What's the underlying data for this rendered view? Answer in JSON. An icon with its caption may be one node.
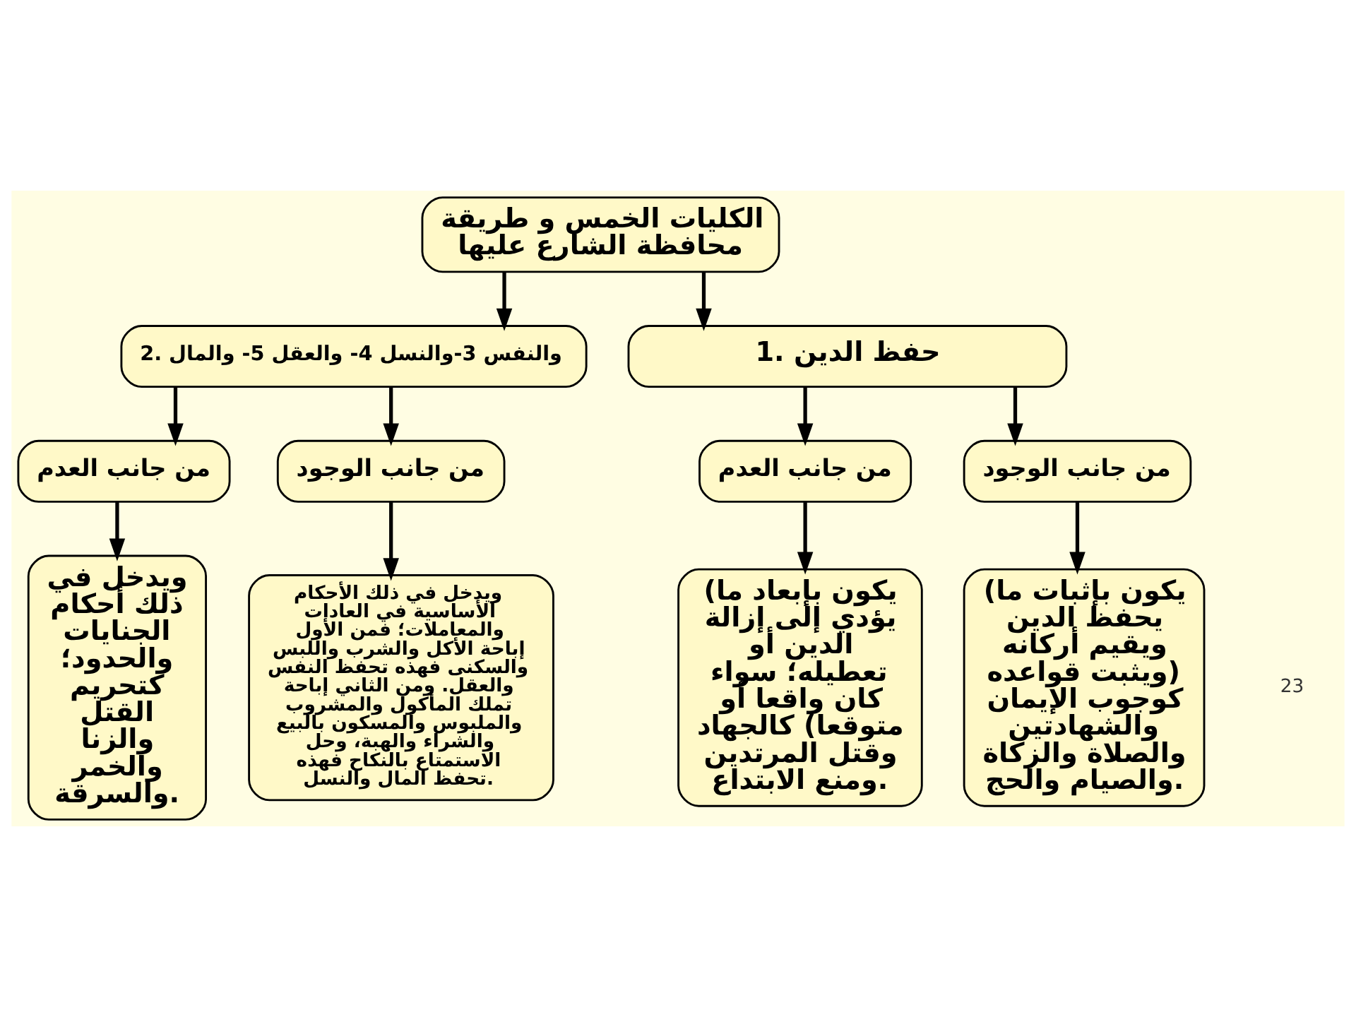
{
  "diagram": {
    "nodes": [
      {
        "text": [
          "الكليات الخمس و طريقة محافظة الشارع عليها"
        ]
      },
      {
        "text": [
          "1. حفظ الدين"
        ]
      },
      {
        "text": [
          "2. والنفس 3-والنسل 4- والعقل 5- والمال"
        ]
      },
      {
        "text": [
          "من جانب الوجود"
        ]
      },
      {
        "text": [
          "من جانب العدم"
        ]
      },
      {
        "text": [
          "من جانب الوجود"
        ]
      },
      {
        "text": [
          "من جانب العدم"
        ]
      },
      {
        "text": [
          "(يكون بإثبات ما يحفظ الدين ويقيم أركانه ويثبت قواعده) كوجوب الإيمان والشهادتين والصلاة والزكاة والصيام والحج."
        ]
      },
      {
        "text": [
          "(يكون بإبعاد ما يؤدي إلى إزالة الدين أو تعطيله؛ سواء كان واقعا أو متوقعا) كالجهاد وقتل المرتدين ومنع الابتداع."
        ]
      },
      {
        "text": [
          "ويدخل في ذلك الأحكام الأساسية في العادات والمعاملات؛ فمن الأول إباحة الأكل والشرب واللبس والسكنى فهذه تحفظ النفس والعقل. ومن الثاني إباحة تملك المأكول والمشروب والملبوس والمسكون بالبيع والشراء والهبة، وحل الاستمتاع بالنكاح فهذه تحفظ المال والنسل."
        ]
      },
      {
        "text": [
          "ويدخل في ذلك أحكام الجنايات والحدود؛ كتحريم القتل والزنا والخمر والسرقة."
        ]
      }
    ],
    "edges": [
      {
        "from": 0,
        "to": 1,
        "arrow": "to"
      },
      {
        "from": 0,
        "to": 2,
        "arrow": "to"
      },
      {
        "from": 1,
        "to": 3,
        "arrow": "to"
      },
      {
        "from": 1,
        "to": 4,
        "arrow": "to"
      },
      {
        "from": 2,
        "to": 5,
        "arrow": "to"
      },
      {
        "from": 2,
        "to": 6,
        "arrow": "to"
      },
      {
        "from": 3,
        "to": 7,
        "arrow": "to"
      },
      {
        "from": 4,
        "to": 8,
        "arrow": "to"
      },
      {
        "from": 5,
        "to": 9,
        "arrow": "to"
      },
      {
        "from": 6,
        "to": 10,
        "arrow": "to"
      }
    ],
    "labels": [
      "23"
    ]
  }
}
